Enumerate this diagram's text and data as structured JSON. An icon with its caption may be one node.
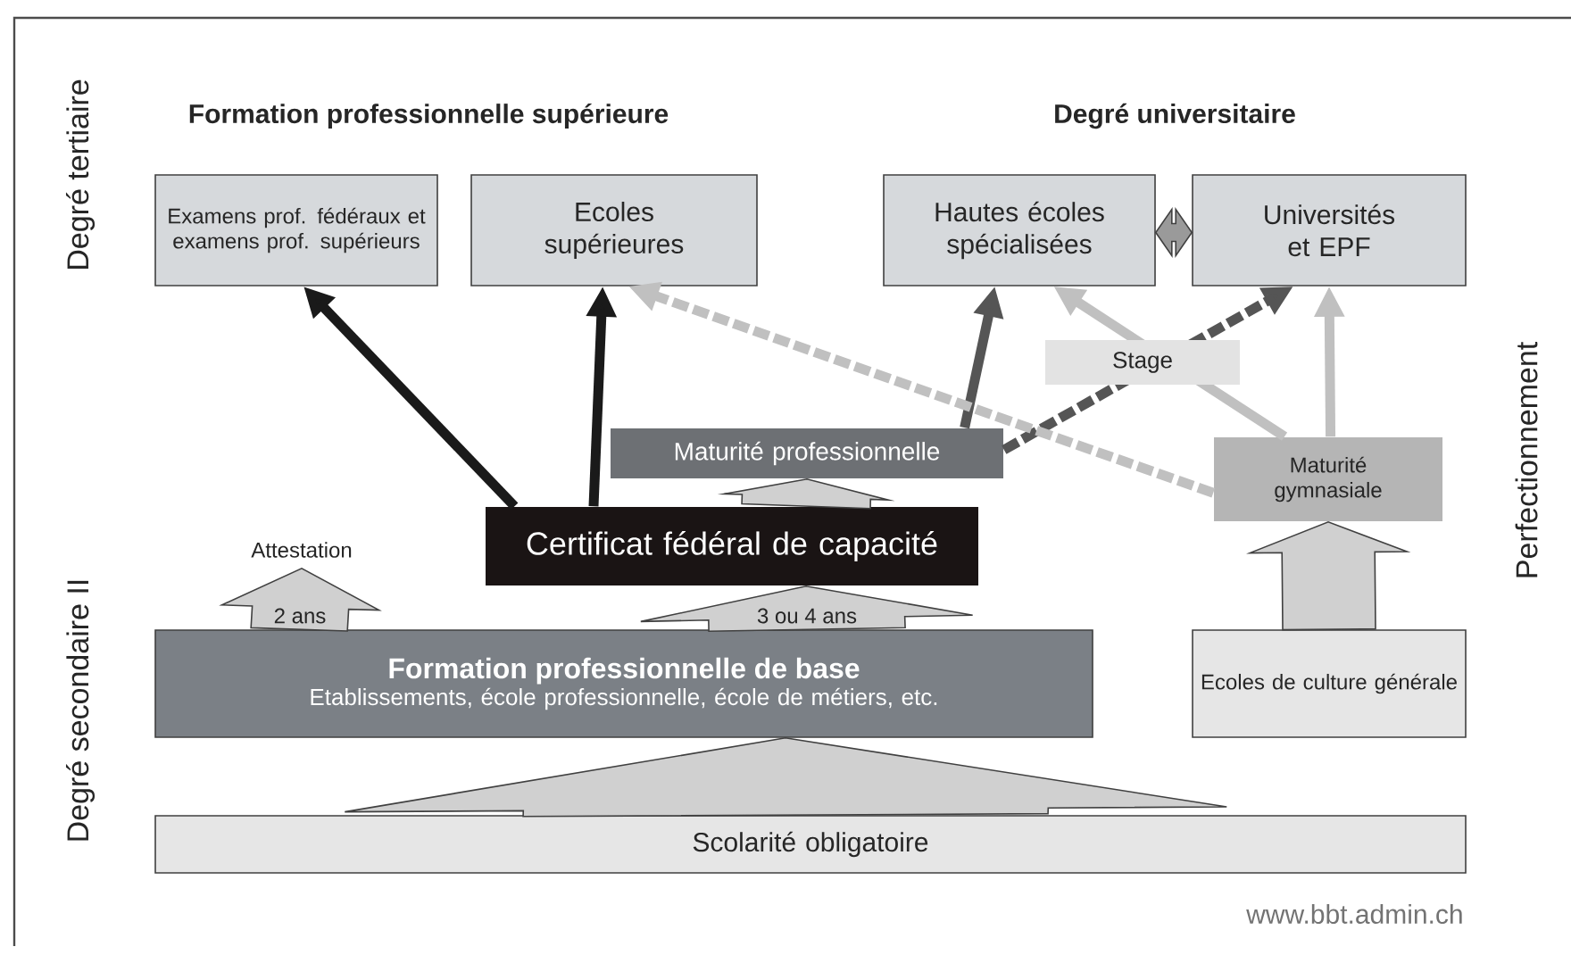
{
  "diagram": {
    "nodes": [
      {
        "text": [
          "Examens prof. fédéraux et examens prof. supérieurs"
        ]
      },
      {
        "text": [
          "Ecoles supérieures"
        ]
      },
      {
        "text": [
          "Hautes écoles spécialisées"
        ]
      },
      {
        "text": [
          "Universités et EPF"
        ]
      },
      {
        "text": [
          "Maturité professionnelle"
        ]
      },
      {
        "text": [
          "Maturité gymnasiale"
        ]
      },
      {
        "text": [
          "Certificat fédéral de capacité"
        ]
      },
      {
        "text": [
          "Attestation"
        ]
      },
      {
        "text": [
          "Formation professionnelle de base",
          "Etablissements, école professionnelle, école de métiers, etc."
        ]
      },
      {
        "text": [
          "Ecoles de culture générale"
        ]
      },
      {
        "text": [
          "Scolarité obligatoire"
        ]
      }
    ],
    "edges": [
      {
        "from": 6,
        "to": 0,
        "arrow": "to",
        "color": "#1a1a1a"
      },
      {
        "from": 6,
        "to": 1,
        "arrow": "to",
        "color": "#1a1a1a"
      },
      {
        "from": 4,
        "to": 2,
        "arrow": "to",
        "color": "#555555"
      },
      {
        "from": 4,
        "to": 3,
        "arrow": "to",
        "style": "dashed",
        "color": "#555555"
      },
      {
        "from": 5,
        "to": 1,
        "arrow": "to",
        "style": "dashed",
        "color": "#c0c0c0"
      },
      {
        "from": 5,
        "to": 2,
        "arrow": "to",
        "color": "#c0c0c0",
        "label": "Stage"
      },
      {
        "from": 5,
        "to": 3,
        "arrow": "to",
        "color": "#c0c0c0"
      },
      {
        "from": 2,
        "to": 3,
        "arrow": "both",
        "color": "#9a9a9a"
      },
      {
        "from": 8,
        "to": 7,
        "arrow": "to",
        "label": "2 ans"
      },
      {
        "from": 8,
        "to": 6,
        "arrow": "to",
        "label": "3 ou 4 ans"
      },
      {
        "from": 6,
        "to": 4,
        "arrow": "to"
      },
      {
        "from": 9,
        "to": 5,
        "arrow": "to"
      },
      {
        "from": 10,
        "to": 8,
        "arrow": "to"
      }
    ],
    "labels": [
      "Degré tertiaire",
      "Formation professionnelle supérieure",
      "Degré universitaire",
      "Perfectionnement",
      "Degré secondaire II",
      "www.bbt.admin.ch"
    ]
  }
}
